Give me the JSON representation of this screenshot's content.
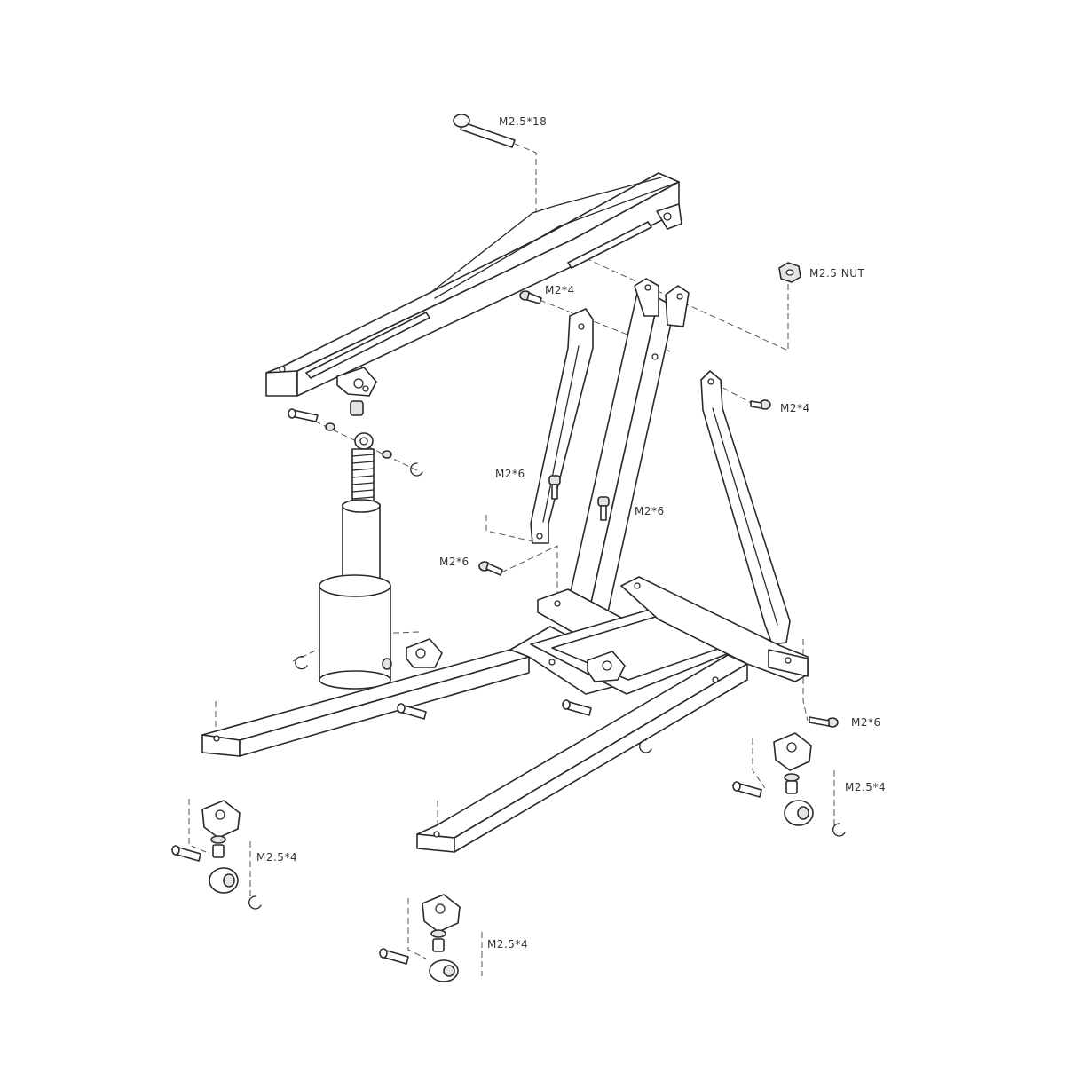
{
  "labels": {
    "top_bolt": "M2.5*18",
    "nut": "M2.5 NUT",
    "screw_upper_left": "M2*4",
    "screw_upper_right": "M2*4",
    "screw_mid_left": "M2*6",
    "screw_mid_center": "M2*6",
    "screw_lower_left": "M2*6",
    "screw_base_right": "M2*6",
    "caster_right": "M2.5*4",
    "caster_left": "M2.5*4",
    "caster_front": "M2.5*4"
  },
  "colors": {
    "line": "#2a2a2a",
    "leader": "#555555",
    "text": "#333333",
    "background": "#ffffff"
  }
}
